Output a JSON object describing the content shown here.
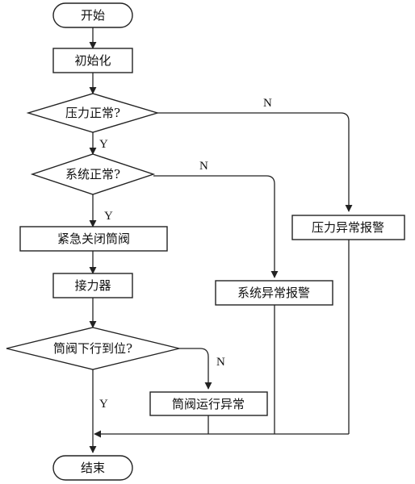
{
  "nodes": {
    "start": "开始",
    "init": "初始化",
    "pressure_ok": "压力正常?",
    "system_ok": "系统正常?",
    "emergency_close": "紧急关闭筒阀",
    "contactor": "接力器",
    "valve_in_place": "筒阀下行到位?",
    "pressure_alarm": "压力异常报警",
    "system_alarm": "系统异常报警",
    "valve_fault": "筒阀运行异常",
    "end": "结束"
  },
  "labels": {
    "yes": "Y",
    "no": "N"
  }
}
